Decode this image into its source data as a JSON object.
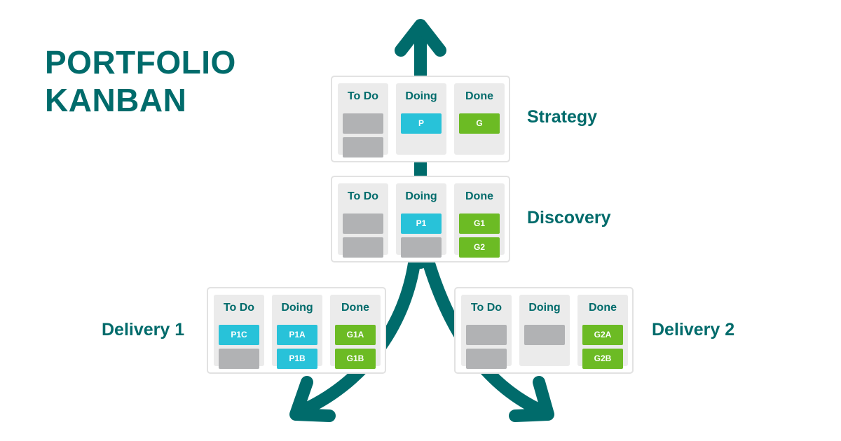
{
  "title": {
    "line1": "PORTFOLIO",
    "line2": "KANBAN"
  },
  "colors": {
    "accent": "#006b6b",
    "column_bg": "#ebebeb",
    "board_border": "#e2e2e2",
    "empty_card": "#b1b2b4",
    "in_progress_card": "#28c2d9",
    "done_card": "#6cbb24"
  },
  "boards": [
    {
      "id": "strategy",
      "label": "Strategy",
      "columns": [
        {
          "header": "To Do",
          "cards": [
            {
              "text": "",
              "status": "empty"
            },
            {
              "text": "",
              "status": "empty"
            }
          ]
        },
        {
          "header": "Doing",
          "cards": [
            {
              "text": "P",
              "status": "in_progress"
            }
          ]
        },
        {
          "header": "Done",
          "cards": [
            {
              "text": "G",
              "status": "done"
            }
          ]
        }
      ]
    },
    {
      "id": "discovery",
      "label": "Discovery",
      "columns": [
        {
          "header": "To Do",
          "cards": [
            {
              "text": "",
              "status": "empty"
            },
            {
              "text": "",
              "status": "empty"
            }
          ]
        },
        {
          "header": "Doing",
          "cards": [
            {
              "text": "P1",
              "status": "in_progress"
            },
            {
              "text": "",
              "status": "empty"
            }
          ]
        },
        {
          "header": "Done",
          "cards": [
            {
              "text": "G1",
              "status": "done"
            },
            {
              "text": "G2",
              "status": "done"
            }
          ]
        }
      ]
    },
    {
      "id": "delivery-1",
      "label": "Delivery 1",
      "columns": [
        {
          "header": "To Do",
          "cards": [
            {
              "text": "P1C",
              "status": "in_progress"
            },
            {
              "text": "",
              "status": "empty"
            }
          ]
        },
        {
          "header": "Doing",
          "cards": [
            {
              "text": "P1A",
              "status": "in_progress"
            },
            {
              "text": "P1B",
              "status": "in_progress"
            }
          ]
        },
        {
          "header": "Done",
          "cards": [
            {
              "text": "G1A",
              "status": "done"
            },
            {
              "text": "G1B",
              "status": "done"
            }
          ]
        }
      ]
    },
    {
      "id": "delivery-2",
      "label": "Delivery 2",
      "columns": [
        {
          "header": "To Do",
          "cards": [
            {
              "text": "",
              "status": "empty"
            },
            {
              "text": "",
              "status": "empty"
            }
          ]
        },
        {
          "header": "Doing",
          "cards": [
            {
              "text": "",
              "status": "empty"
            }
          ]
        },
        {
          "header": "Done",
          "cards": [
            {
              "text": "G2A",
              "status": "done"
            },
            {
              "text": "G2B",
              "status": "done"
            }
          ]
        }
      ]
    }
  ]
}
